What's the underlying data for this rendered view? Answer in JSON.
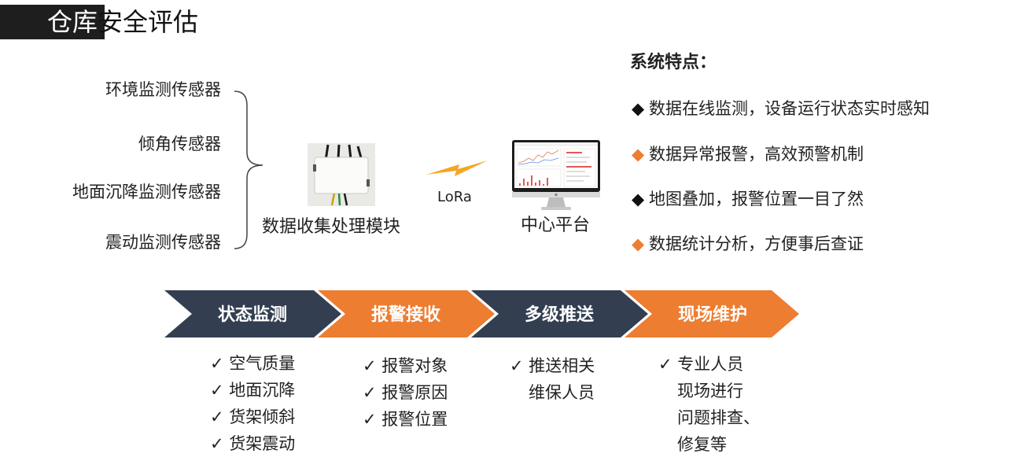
{
  "title": {
    "highlight": "仓库",
    "rest": "安全评估"
  },
  "sensors": [
    "环境监测传感器",
    "倾角传感器",
    "地面沉降监测传感器",
    "震动监测传感器"
  ],
  "module": {
    "label": "数据收集处理模块"
  },
  "link": {
    "label": "LoRa"
  },
  "platform": {
    "label": "中心平台"
  },
  "features": {
    "title": "系统特点：",
    "items": [
      {
        "bullet": "◆",
        "color": "#111111",
        "text": "数据在线监测，设备运行状态实时感知"
      },
      {
        "bullet": "◆",
        "color": "#ED7D31",
        "text": "数据异常报警，高效预警机制"
      },
      {
        "bullet": "◆",
        "color": "#111111",
        "text": "地图叠加，报警位置一目了然"
      },
      {
        "bullet": "◆",
        "color": "#ED7D31",
        "text": "数据统计分析，方便事后查证"
      }
    ]
  },
  "colors": {
    "dark": "#333F50",
    "accent": "#ED7D31"
  },
  "steps": [
    {
      "label": "状态监测",
      "color": "#333F50",
      "details": [
        "✓ 空气质量",
        "✓ 地面沉降",
        "✓ 货架倾斜",
        "✓ 货架震动"
      ]
    },
    {
      "label": "报警接收",
      "color": "#ED7D31",
      "details": [
        "✓ 报警对象",
        "✓ 报警原因",
        "✓ 报警位置"
      ]
    },
    {
      "label": "多级推送",
      "color": "#333F50",
      "details": [
        "✓ 推送相关",
        "维保人员"
      ]
    },
    {
      "label": "现场维护",
      "color": "#ED7D31",
      "details": [
        "✓ 专业人员",
        "现场进行",
        "问题排查、",
        "修复等"
      ]
    }
  ]
}
